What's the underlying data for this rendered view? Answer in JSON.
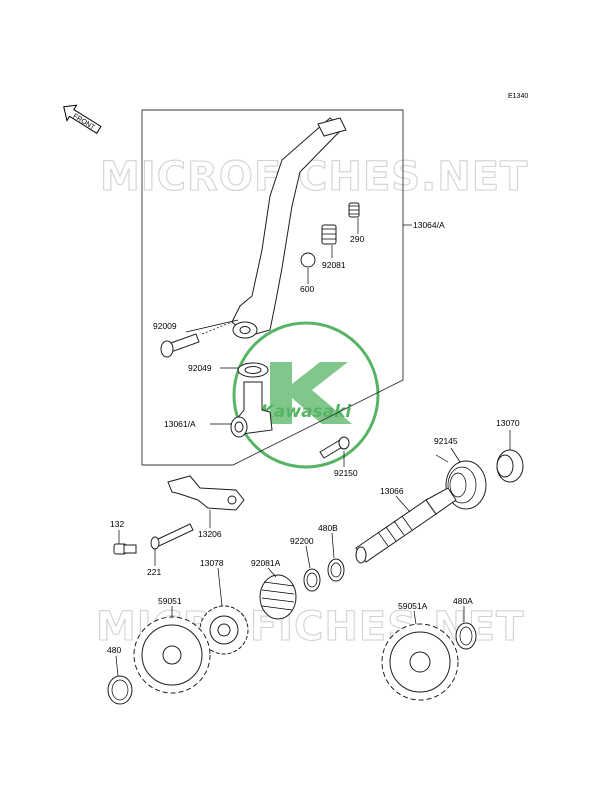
{
  "diagram_code": "E1340",
  "front_marker": "FRONT",
  "watermark": {
    "text": "MICROFICHES.NET",
    "logo_text": "Kawasaki",
    "logo_color": "#3aa84a",
    "watermark_color": "#d2d2d2"
  },
  "parts": {
    "p13064A": "13064/A",
    "p290": "290",
    "p92081": "92081",
    "p600": "600",
    "p92009": "92009",
    "p92049": "92049",
    "p13061A": "13061/A",
    "p92150": "92150",
    "p13070": "13070",
    "p92145": "92145",
    "p13066": "13066",
    "p132": "132",
    "p13206": "13206",
    "p221": "221",
    "p92200": "92200",
    "p480B": "480B",
    "p13078": "13078",
    "p92081A": "92081A",
    "p59051": "59051",
    "p59051A": "59051A",
    "p480A": "480A",
    "p480": "480"
  }
}
